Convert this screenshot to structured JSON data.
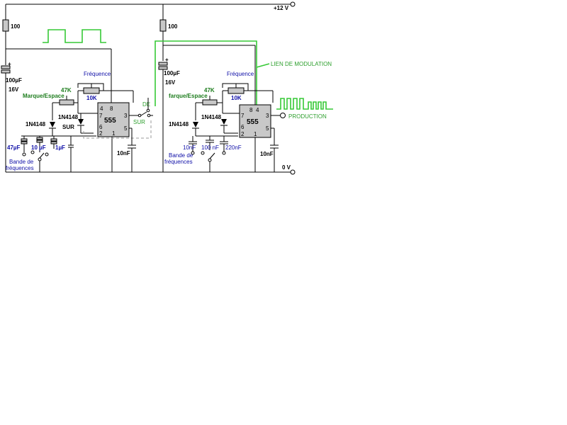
{
  "supply": {
    "positive": "+12 V",
    "ground": "0 V"
  },
  "left": {
    "resistor_top": "100",
    "capacitor_value": "100µF",
    "capacitor_voltage": "16V",
    "frequency_label": "Fréquence",
    "frequency_value": "10K",
    "mark_space_label": "Marque/Espace",
    "mark_space_value": "47K",
    "diode_a": "1N4148",
    "diode_b": "1N4148",
    "chip": "555",
    "switch_on": "SUR",
    "switch_de": "DE",
    "switch_sur_green": "SUR",
    "cap_47": "47µF",
    "cap_10": "10 µF",
    "cap_1": "1µF",
    "band_line1": "Bande de",
    "band_line2": "fréquences",
    "cap_out": "10nF"
  },
  "right": {
    "resistor_top": "100",
    "capacitor_value": "100µF",
    "capacitor_voltage": "16V",
    "frequency_label": "Fréquence",
    "frequency_value": "10K",
    "mark_space_label": "farque/Espace",
    "mark_space_value": "47K",
    "diode_a": "1N4148",
    "diode_b": "1N4148",
    "chip": "555",
    "cap_10n": "10nF",
    "cap_100n": "100 nF",
    "cap_220n": "220nF",
    "band_line1": "Bande de",
    "band_line2": "fréquences",
    "cap_out": "10nF"
  },
  "modulation_link": "LIEN DE MODULATION",
  "output_label": "PRODUCTION",
  "pins": {
    "p4": "4",
    "p8": "8",
    "p7": "7",
    "p6": "6",
    "p2": "2",
    "p1": "1",
    "p3": "3",
    "p5": "5"
  },
  "colors": {
    "wire": "#000000",
    "modulation": "#36c936",
    "label_blue": "#1010a8",
    "label_green": "#1e7d1e",
    "chip_fill": "#c8c8c8"
  }
}
